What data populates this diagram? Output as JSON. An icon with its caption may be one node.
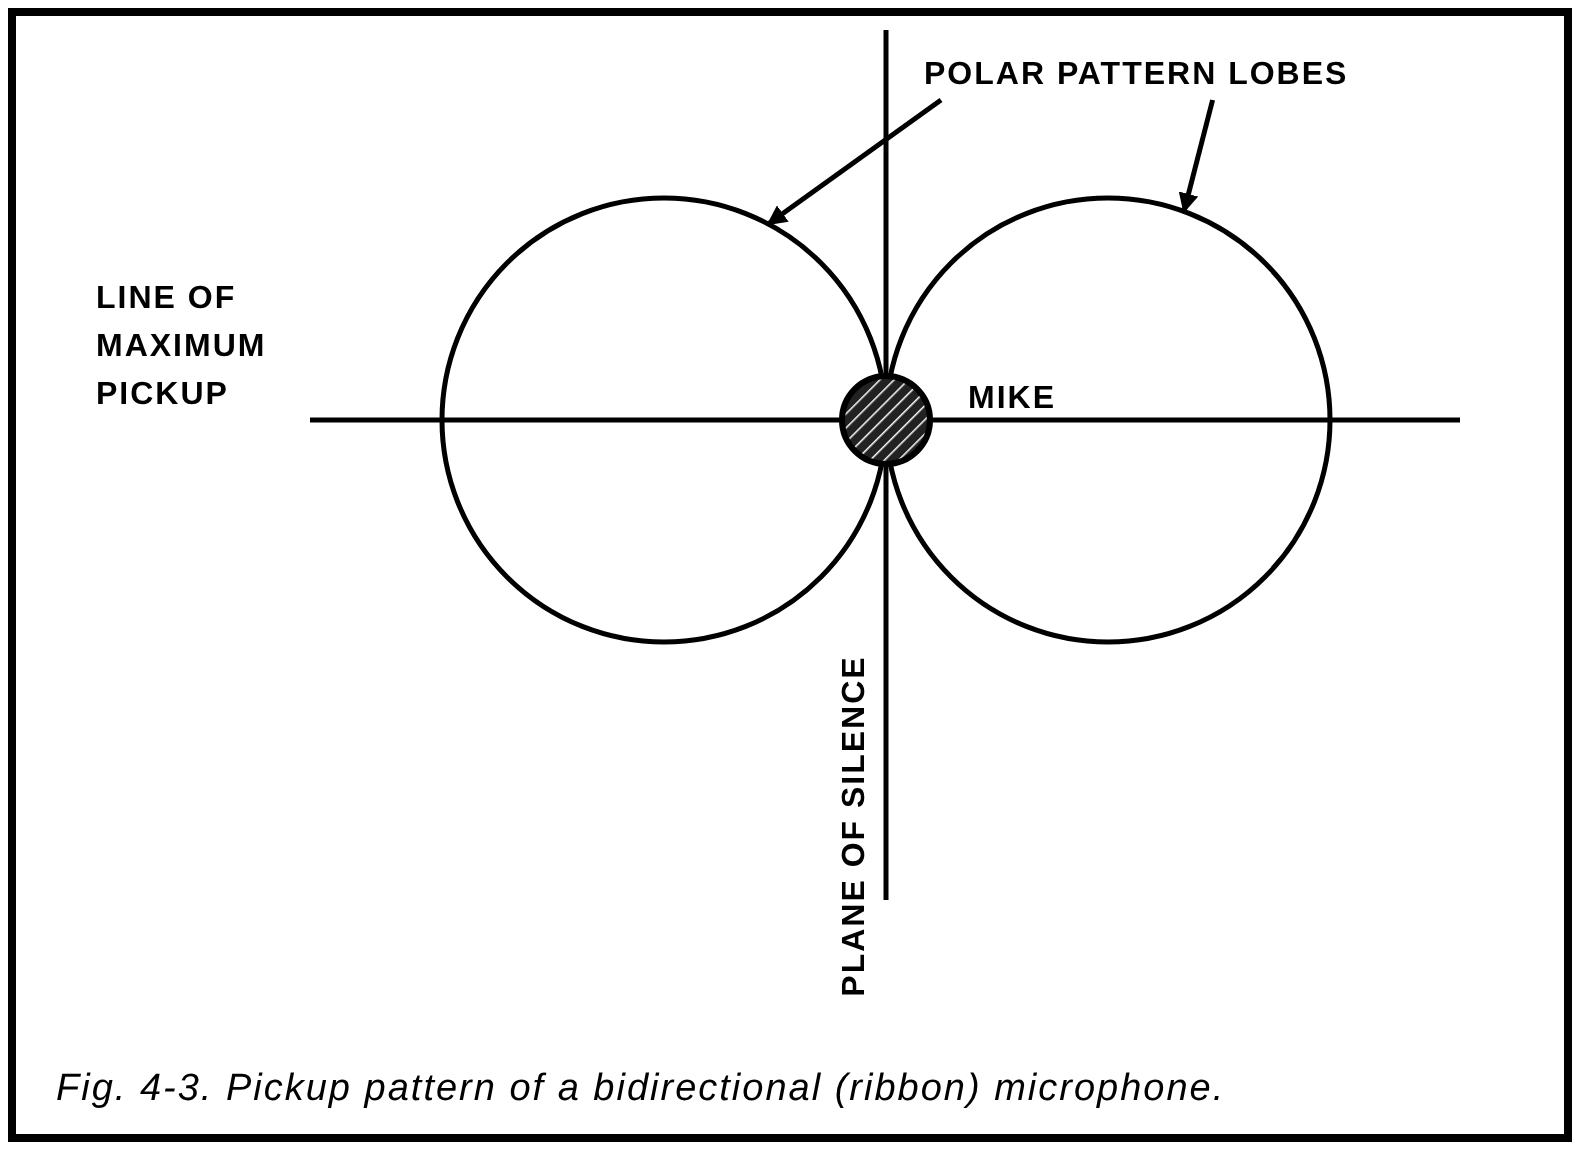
{
  "diagram": {
    "caption": "Fig. 4-3. Pickup pattern of a bidirectional (ribbon) microphone.",
    "nodes": [
      {
        "text": [
          "POLAR PATTERN LOBES"
        ]
      },
      {
        "text": [],
        "shape": "circle"
      },
      {
        "text": [],
        "shape": "circle"
      }
    ],
    "edges": [
      {
        "from": 0,
        "to": 1,
        "arrow": "to"
      },
      {
        "from": 0,
        "to": 2,
        "arrow": "to"
      }
    ],
    "labels": [
      "LINE OF MAXIMUM PICKUP",
      "MIKE",
      "PLANE OF SILENCE"
    ]
  }
}
